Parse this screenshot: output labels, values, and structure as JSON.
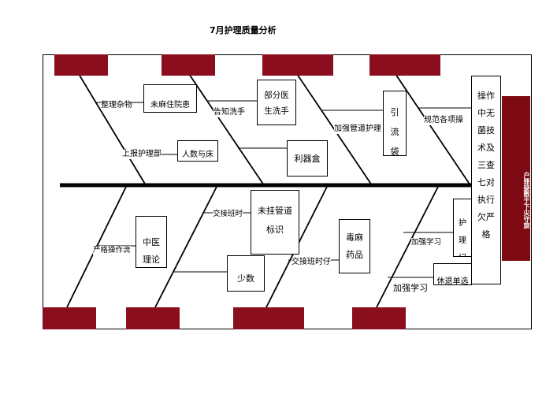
{
  "page": {
    "title": "7月护理质量分析"
  },
  "effect_label": "户罪疑敷于下尖守旋",
  "causes": {
    "r1": "整理杂物",
    "r2": "未麻住院患",
    "r3": "告知洗手",
    "r4": "部分医生洗手",
    "r5": "加强管道护理",
    "r6": "引流袋",
    "r7": "规范各项操",
    "r8": "上报护理部",
    "r9": "人数与床",
    "r10": "利器盒",
    "r11": "操作中无菌技术及三查七对执行欠严格",
    "r12": "交接班时",
    "r13": "未挂管道标识",
    "r14": "严格操作流",
    "r15": "中医理论",
    "r16": "少数",
    "r17": "交接班时仔",
    "r18": "毒麻药品",
    "r19": "加强学习",
    "r20": "护理记录",
    "r21": "加强学习",
    "r22": "休退单选"
  }
}
